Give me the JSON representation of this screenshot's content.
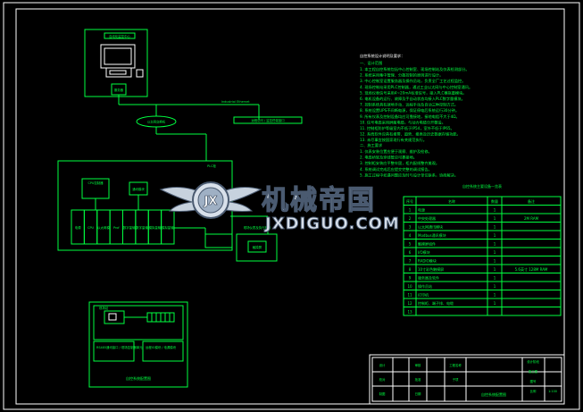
{
  "diagram": {
    "top_device": {
      "title": "自动化监控中心",
      "label": "服务器"
    },
    "bus_label": "Industrial Ethernet",
    "branch_device": "远程访问 / 监控终端接口",
    "switch_label": "以太网交换机",
    "plc": {
      "title": "PLC柜",
      "cpu_box": "CPU控制器",
      "comm_box": "通讯模块",
      "modules": [
        "电源",
        "CPU",
        "以太网模块",
        "Profibus模块",
        "数字量输入",
        "数字量输出",
        "模拟量输入",
        "模拟量输出"
      ]
    },
    "io_box": "现场仪表及执行机构",
    "hmi_box": "触摸屏",
    "field_station": {
      "title": "现场站",
      "label_left": "RS485通讯接口 / 现场控制器单元",
      "label_right": "远程IO模块 / 电源模块",
      "caption": "自控系统配置图"
    }
  },
  "notes": {
    "title": "自控系统设计说明及要求：",
    "section1": "一、设计范围",
    "lines1": [
      "1. 本工程自控系统包括中心控制室、现场控制站及仪表检测部分。",
      "2. 系统采用集中管理、分散控制的原则进行设计。",
      "3. 中心控制室设置服务器及操作员站，负责全厂工艺过程监控。",
      "4. 现场控制站采用PLC控制器，通过工业以太网与中心控制室通讯。",
      "5. 现场仪表信号采用4~20mA标准信号，接入PLC模拟量模块。",
      "6. 电机设备的运行、故障及手自动状态均接入PLC数字量模块。",
      "7. 控制系统具有就地手动、远程手动及自动三种控制方式。",
      "8. 系统设置UPS不间断电源，保证停电后系统运行30分钟。",
      "9. 所有仪表及控制设备均应可靠接地，接地电阻不大于4Ω。",
      "10. 信号电缆采用屏蔽电缆，与动力电缆分开敷设。",
      "11. 控制柜防护等级室内不低于IP54，室外不低于IP65。",
      "12. 系统软件应具有报警、趋势、报表及历史数据存储功能。",
      "13. 未尽事宜按国家现行有关规范执行。"
    ],
    "section2": "二、施工要求",
    "lines2": [
      "1. 仪表安装位置应便于观察、维护及检修。",
      "2. 电缆桥架及穿线管应可靠接地。",
      "3. 控制柜安装应平整牢固，柜内配线整齐美观。",
      "4. 系统调试完成后应提交完整的调试报告。",
      "5. 施工过程中如遇问题应及时与设计单位联系，协商解决。"
    ]
  },
  "equipment_table": {
    "title": "自控系统主要设备一览表",
    "headers": [
      "序号",
      "名称",
      "数量",
      "备注"
    ],
    "rows": [
      [
        "1",
        "电源",
        "1",
        ""
      ],
      [
        "2",
        "中央处理器",
        "1",
        "2M RAM"
      ],
      [
        "3",
        "以太网通讯模块",
        "1",
        ""
      ],
      [
        "4",
        "Modbus通讯模块",
        "1",
        ""
      ],
      [
        "5",
        "触摸屏组件",
        "1",
        ""
      ],
      [
        "6",
        "I/O模块",
        "1",
        ""
      ],
      [
        "7",
        "RADIO模块",
        "1",
        ""
      ],
      [
        "8",
        "10寸彩色触摸屏",
        "1",
        "5.6英寸 128M RAM"
      ],
      [
        "9",
        "服务器及软件",
        "1",
        ""
      ],
      [
        "10",
        "操作员站",
        "1",
        ""
      ],
      [
        "11",
        "打印机",
        "1",
        ""
      ],
      [
        "12",
        "控制柜、端子排、电缆",
        "1",
        ""
      ],
      [
        "13",
        "",
        "",
        ""
      ]
    ]
  },
  "title_block": {
    "left_rows": [
      [
        "设计",
        "审核"
      ],
      [
        "校对",
        "批准"
      ],
      [
        "制图",
        "日期"
      ]
    ],
    "middle_top": "工程名称",
    "middle_mid": "子项",
    "drawing_title": "自控系统配置图",
    "right_labels": [
      "设计阶段",
      "施工图",
      "图号",
      "比例"
    ],
    "right_values": [
      "",
      "",
      "",
      "1:100"
    ]
  },
  "watermark": {
    "cn": "机械帝国",
    "en": "JXDIGUO.COM",
    "badge": "JX"
  }
}
